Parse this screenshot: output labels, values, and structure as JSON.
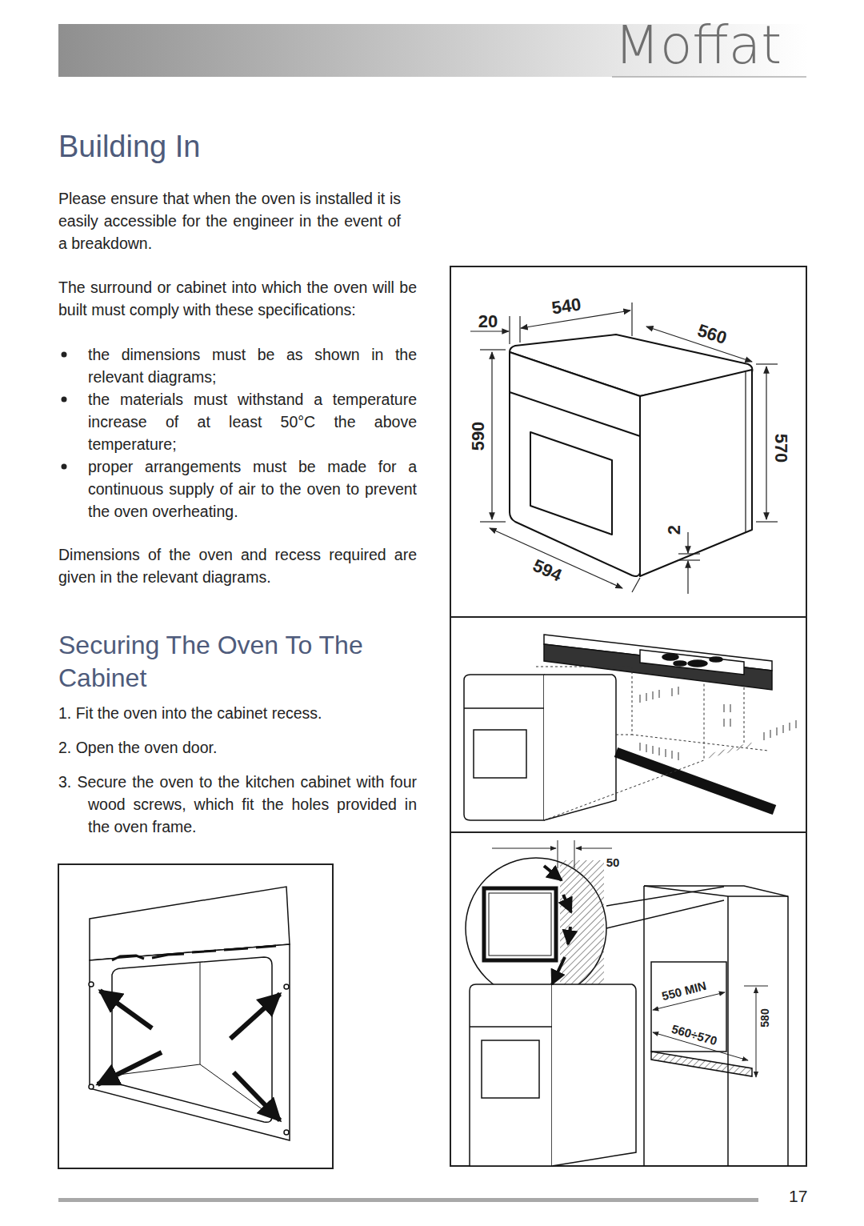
{
  "diagram": {
    "title": "Building In",
    "labels": [
      "Moffat",
      "Please ensure that when the oven is installed it is easily accessible for the engineer in the event of a breakdown.",
      "The surround or cabinet into which the oven will be built must comply with these specifications:",
      "the dimensions must be as shown in the relevant diagrams;",
      "the materials must withstand a temperature increase of at least 50°C the above temperature;",
      "proper arrangements must be made for a continuous supply of air to the oven to prevent the oven overheating.",
      "Dimensions of the oven and recess required are given in the relevant diagrams.",
      "Securing The Oven To The Cabinet",
      "1. Fit the oven into the cabinet recess.",
      "2. Open the oven door.",
      "3. Secure the oven to the kitchen cabinet with four wood screws, which fit the holes provided in the oven frame.",
      "20",
      "540",
      "560",
      "590",
      "570",
      "2",
      "594",
      "50",
      "550 MIN",
      "560÷570",
      "580",
      "17"
    ]
  }
}
